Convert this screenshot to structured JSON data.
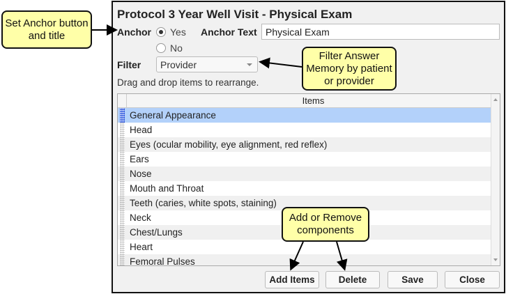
{
  "dialog": {
    "title": "Protocol 3 Year Well Visit - Physical Exam",
    "anchor_label": "Anchor",
    "anchor_yes": "Yes",
    "anchor_no": "No",
    "anchor_selected": "Yes",
    "anchor_text_label": "Anchor Text",
    "anchor_text_value": "Physical Exam",
    "filter_label": "Filter",
    "filter_value": "Provider",
    "hint": "Drag and drop items to rearrange.",
    "table_header": "Items",
    "items": [
      "General Appearance",
      "Head",
      "Eyes (ocular mobility, eye alignment, red reflex)",
      "Ears",
      "Nose",
      "Mouth and Throat",
      "Teeth (caries, white spots, staining)",
      "Neck",
      "Chest/Lungs",
      "Heart",
      "Femoral Pulses"
    ],
    "selected_item": "General Appearance",
    "buttons": {
      "add": "Add Items",
      "delete": "Delete",
      "save": "Save",
      "close": "Close"
    }
  },
  "callouts": {
    "anchor": "Set Anchor button and title",
    "filter": "Filter Answer Memory by patient or provider",
    "components": "Add or Remove components"
  },
  "colors": {
    "callout_bg": "#ffffa8",
    "selection": "#b3d1fa"
  }
}
